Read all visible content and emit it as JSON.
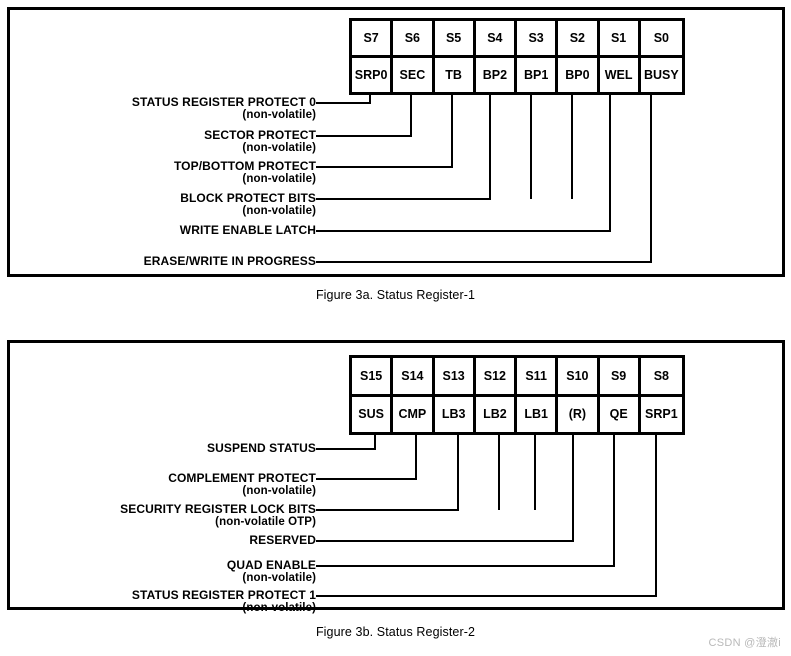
{
  "figures": [
    {
      "id": "status-register-1",
      "caption": "Figure 3a. Status Register-1",
      "bits": [
        {
          "bit": "S7",
          "name": "SRP0"
        },
        {
          "bit": "S6",
          "name": "SEC"
        },
        {
          "bit": "S5",
          "name": "TB"
        },
        {
          "bit": "S4",
          "name": "BP2"
        },
        {
          "bit": "S3",
          "name": "BP1"
        },
        {
          "bit": "S2",
          "name": "BP0"
        },
        {
          "bit": "S1",
          "name": "WEL"
        },
        {
          "bit": "S0",
          "name": "BUSY"
        }
      ],
      "labels": [
        {
          "title": "STATUS REGISTER PROTECT 0",
          "sub": "(non-volatile)"
        },
        {
          "title": "SECTOR PROTECT",
          "sub": "(non-volatile)"
        },
        {
          "title": "TOP/BOTTOM PROTECT",
          "sub": "(non-volatile)"
        },
        {
          "title": "BLOCK PROTECT BITS",
          "sub": "(non-volatile)"
        },
        {
          "title": "WRITE ENABLE LATCH",
          "sub": ""
        },
        {
          "title": "ERASE/WRITE IN PROGRESS",
          "sub": ""
        }
      ]
    },
    {
      "id": "status-register-2",
      "caption": "Figure 3b. Status Register-2",
      "bits": [
        {
          "bit": "S15",
          "name": "SUS"
        },
        {
          "bit": "S14",
          "name": "CMP"
        },
        {
          "bit": "S13",
          "name": "LB3"
        },
        {
          "bit": "S12",
          "name": "LB2"
        },
        {
          "bit": "S11",
          "name": "LB1"
        },
        {
          "bit": "S10",
          "name": "(R)"
        },
        {
          "bit": "S9",
          "name": "QE"
        },
        {
          "bit": "S8",
          "name": "SRP1"
        }
      ],
      "labels": [
        {
          "title": "SUSPEND STATUS",
          "sub": ""
        },
        {
          "title": "COMPLEMENT PROTECT",
          "sub": "(non-volatile)"
        },
        {
          "title": "SECURITY REGISTER LOCK BITS",
          "sub": "(non-volatile OTP)"
        },
        {
          "title": "RESERVED",
          "sub": ""
        },
        {
          "title": "QUAD ENABLE",
          "sub": "(non-volatile)"
        },
        {
          "title": "STATUS REGISTER PROTECT 1",
          "sub": "(non-volatile)"
        }
      ]
    }
  ],
  "watermark": "CSDN @澄澈i",
  "colors": {
    "line": "#000000",
    "background": "#ffffff",
    "watermark": "#b9b9b9"
  }
}
